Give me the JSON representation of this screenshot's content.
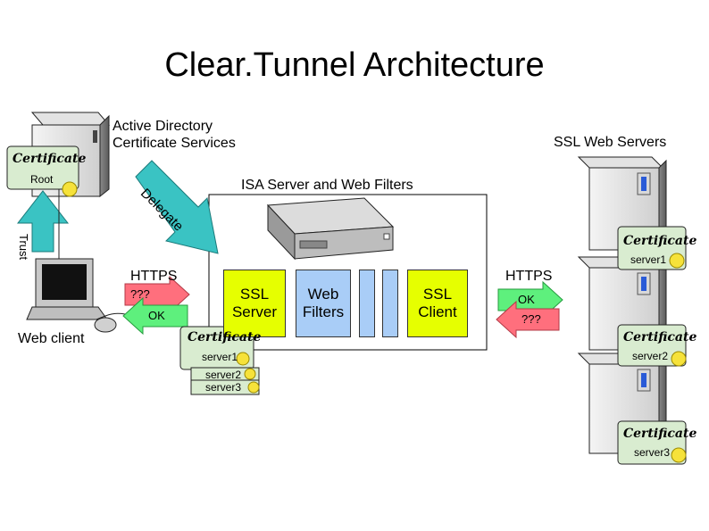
{
  "title": "Clear.Tunnel Architecture",
  "active_directory": {
    "line1": "Active Directory",
    "line2": "Certificate Services"
  },
  "ssl_web_servers": "SSL Web Servers",
  "isa_server": "ISA Server and Web Filters",
  "root_label": "Root",
  "trust_label": "Trust",
  "delegate_label": "Delegate",
  "certificate_title": "Certificate",
  "left_https": "HTTPS",
  "right_https": "HTTPS",
  "left_arrows": {
    "request": "???",
    "response": "OK"
  },
  "right_arrows": {
    "response": "OK",
    "request": "???"
  },
  "web_client": "Web client",
  "pipeline": {
    "ssl_server": {
      "line1": "SSL",
      "line2": "Server"
    },
    "web_filters": {
      "line1": "Web",
      "line2": "Filters"
    },
    "ssl_client": {
      "line1": "SSL",
      "line2": "Client"
    }
  },
  "isa_certs": [
    "server1",
    "server2",
    "server3"
  ],
  "server_certs": [
    "server1",
    "server2",
    "server3"
  ],
  "colors": {
    "ssl_box": "#e6ff00",
    "filter_box": "#a9cdf7",
    "arrow_red": "#ff6f7d",
    "arrow_green": "#5ef07d",
    "arrow_teal": "#3ac3c3",
    "cert_bg": "#d9ecd0"
  }
}
